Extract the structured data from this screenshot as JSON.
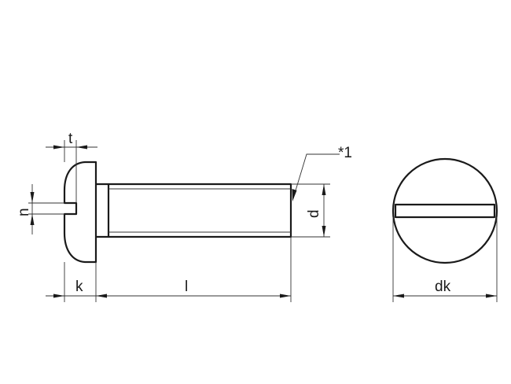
{
  "diagram": {
    "type": "technical-drawing",
    "subject": "slotted pan head screw",
    "views": [
      "side-view",
      "top-view"
    ],
    "colors": {
      "line": "#1a1a1a",
      "background": "#ffffff"
    }
  },
  "dimensions": {
    "t": "t",
    "n": "n",
    "k": "k",
    "l": "l",
    "d": "d",
    "dk": "dk"
  },
  "annotations": {
    "note_1": "*1"
  }
}
